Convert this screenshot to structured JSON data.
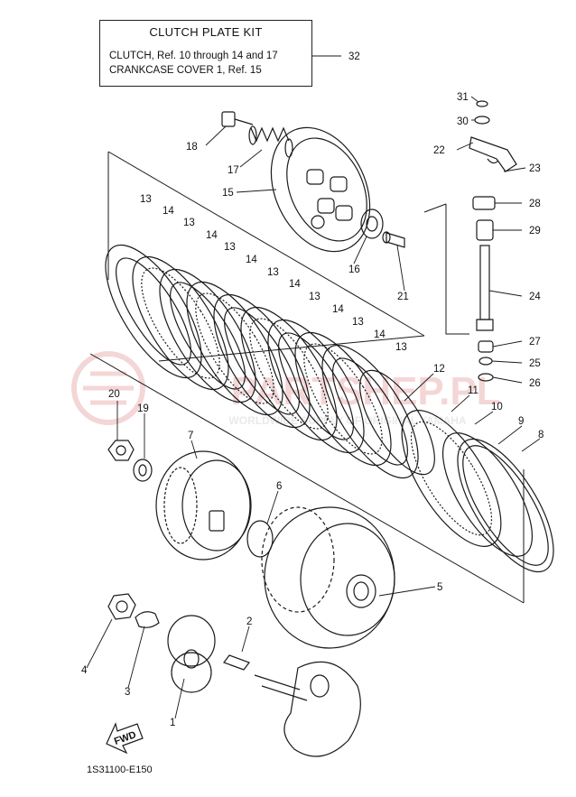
{
  "kit_box": {
    "title": "CLUTCH PLATE KIT",
    "line1": "CLUTCH, Ref. 10 through 14 and 17",
    "line2": "CRANKCASE COVER 1, Ref. 15",
    "ref": "32"
  },
  "callouts": {
    "c1": "1",
    "c2": "2",
    "c3": "3",
    "c4": "4",
    "c5": "5",
    "c6": "6",
    "c7": "7",
    "c8": "8",
    "c9": "9",
    "c10": "10",
    "c11": "11",
    "c12": "12",
    "c13": "13",
    "c14": "14",
    "c15": "15",
    "c16": "16",
    "c17": "17",
    "c18": "18",
    "c19": "19",
    "c20": "20",
    "c21": "21",
    "c22": "22",
    "c23": "23",
    "c24": "24",
    "c25": "25",
    "c26": "26",
    "c27": "27",
    "c28": "28",
    "c29": "29",
    "c30": "30",
    "c31": "31"
  },
  "fwd_label": "FWD",
  "diagram_code": "1S31100-E150",
  "watermark": {
    "line1": "PARTSHEP.PL",
    "line2": "WORLDWIDE SUPPLY OF ORIGINAL YAMAHA"
  },
  "colors": {
    "line": "#1a1a1a",
    "watermark": "#c8202a"
  }
}
